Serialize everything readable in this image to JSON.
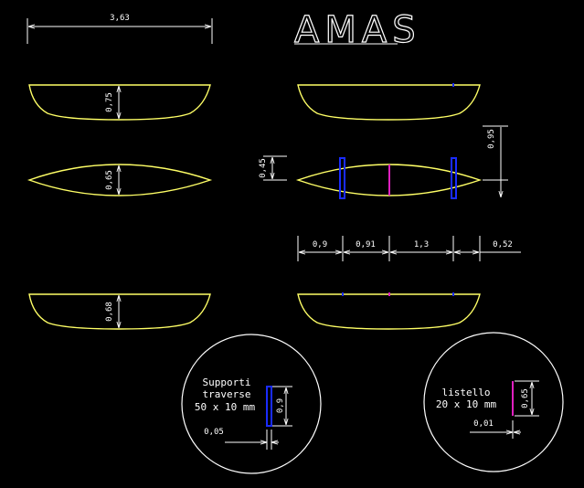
{
  "title": "AMAS",
  "colors": {
    "background": "#000000",
    "hull_outline": "#ffff66",
    "dimension": "#ffffff",
    "support_beam": "#1a2cff",
    "strip": "#e020c0"
  },
  "dimensions": {
    "overall_length": "3,63",
    "section_top_depth": "0,75",
    "section_mid_depth": "0,65",
    "section_bottom_depth": "0,68",
    "beam_height": "0,45",
    "side_height": "0,95",
    "chain": [
      "0,9",
      "0,91",
      "1,3",
      "0,52"
    ]
  },
  "detail_supports": {
    "label_line1": "Supporti",
    "label_line2": "traverse",
    "label_line3": "50 x 10 mm",
    "height": "0,9",
    "width": "0,05"
  },
  "detail_strip": {
    "label_line1": "listello",
    "label_line2": "20 x 10 mm",
    "height": "0,65",
    "width": "0,01"
  }
}
